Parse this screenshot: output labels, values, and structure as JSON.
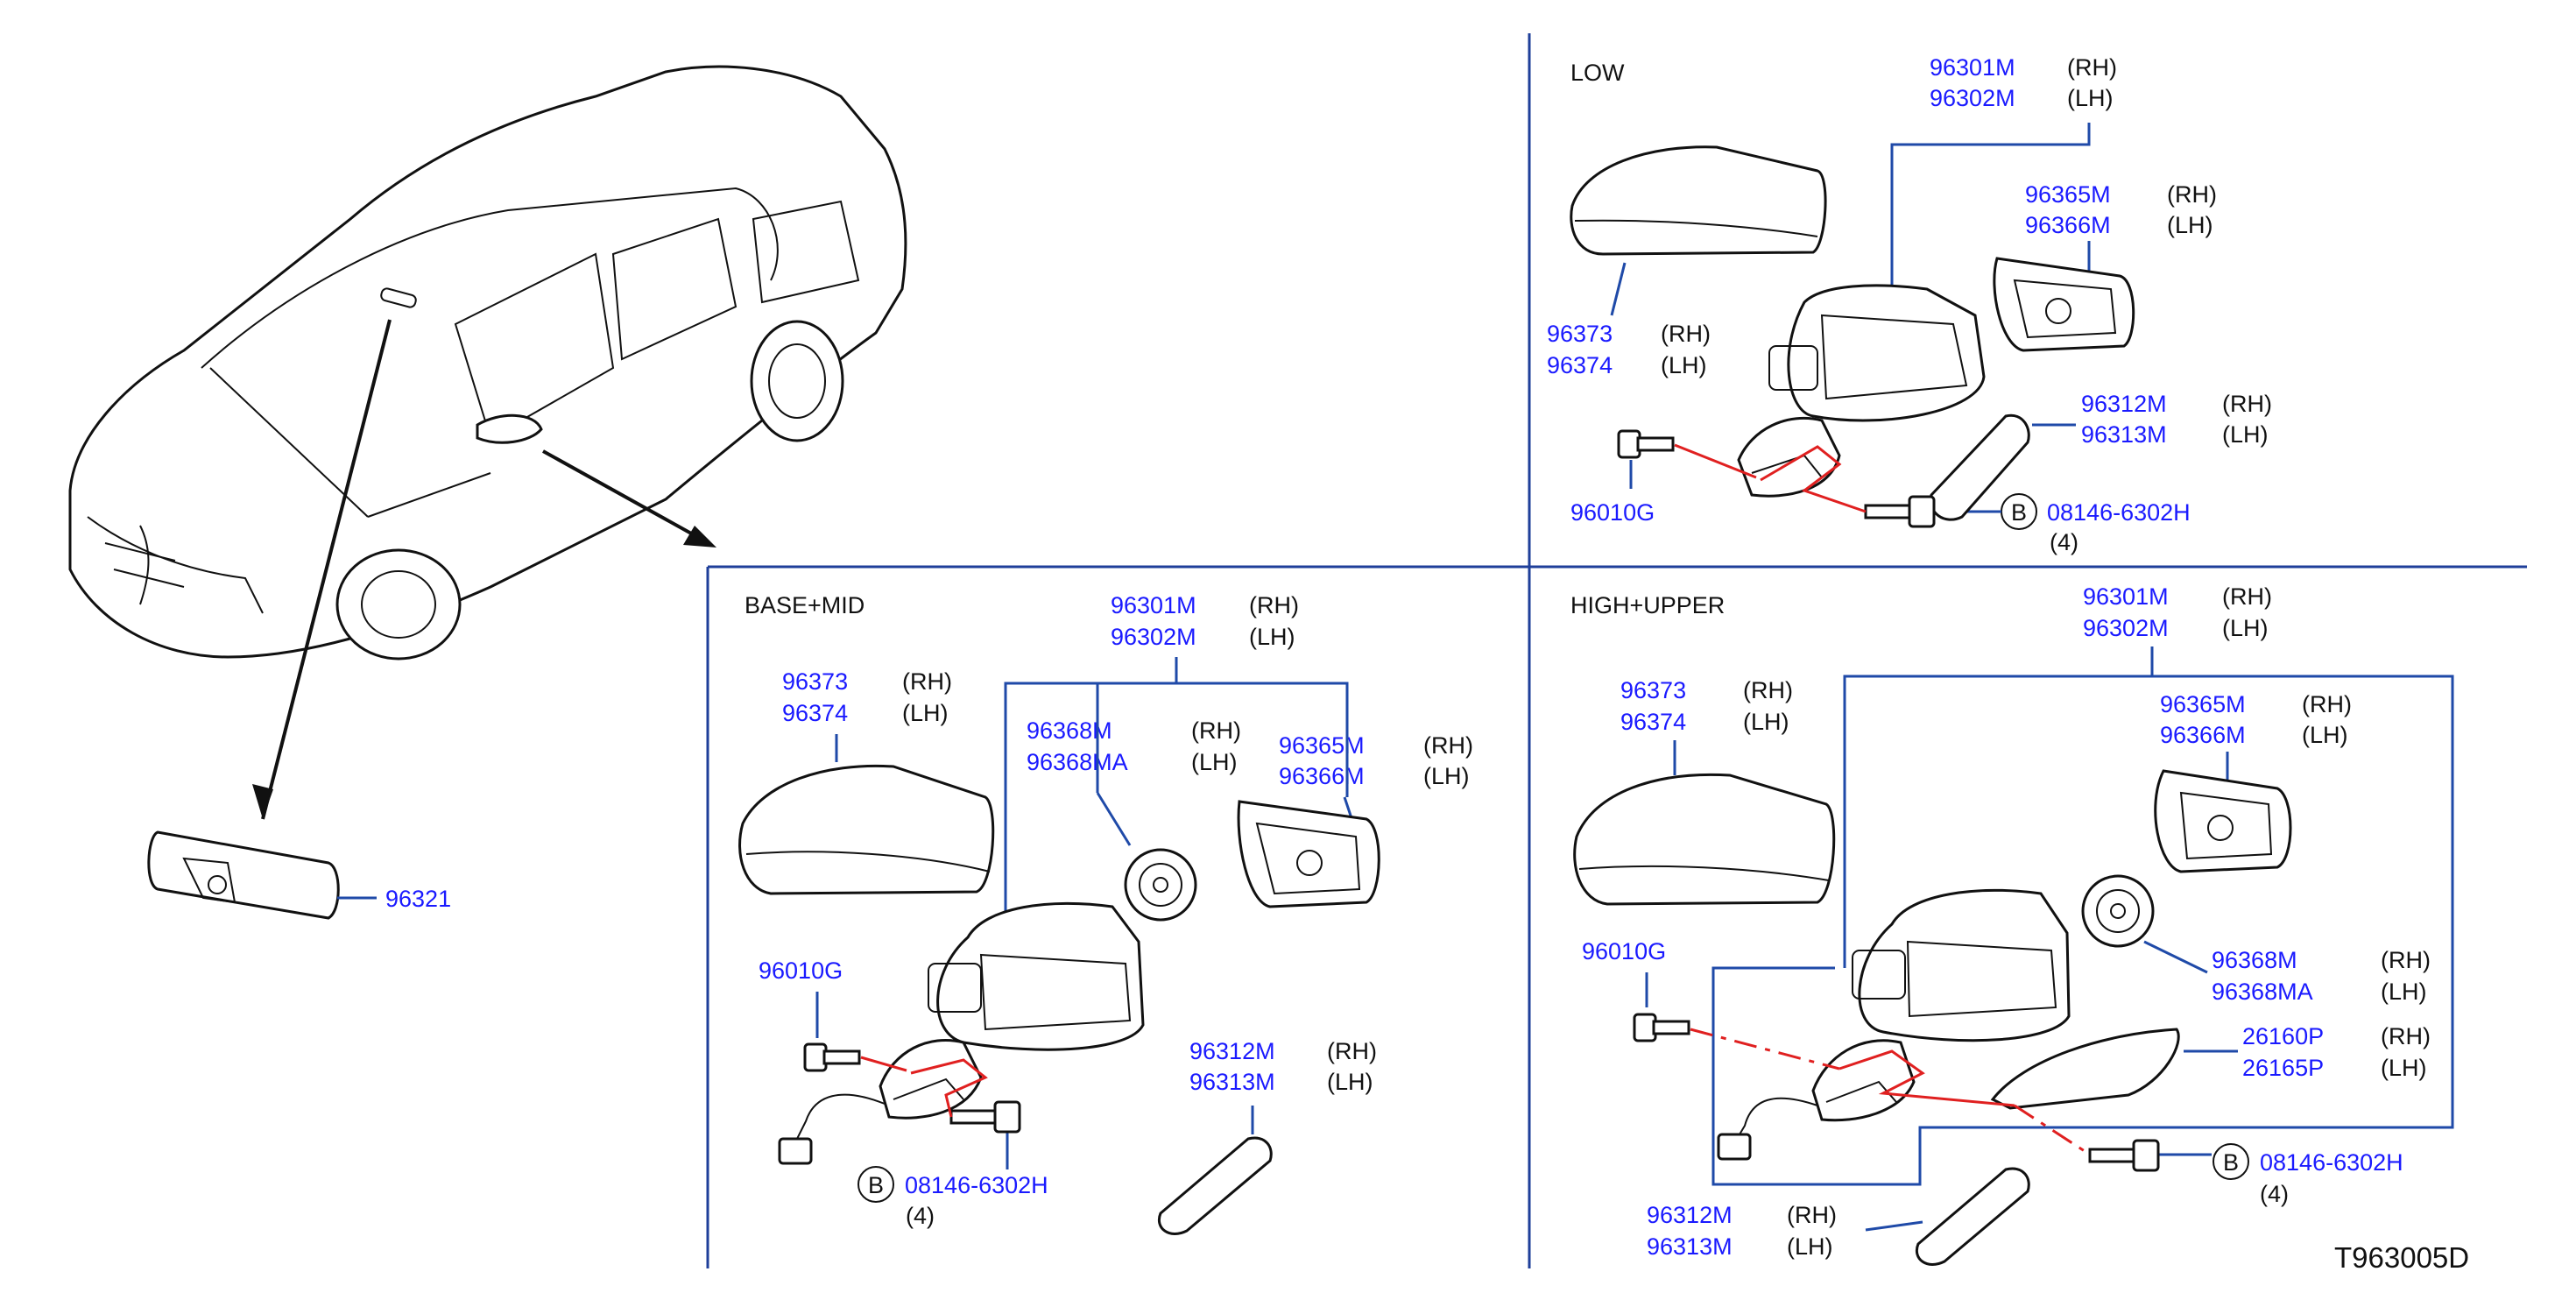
{
  "diagram_code": "T963005D",
  "sections": {
    "low": {
      "title": "LOW"
    },
    "base_mid": {
      "title": "BASE+MID"
    },
    "high_upper": {
      "title": "HIGH+UPPER"
    }
  },
  "inner_mirror": {
    "part": "96321"
  },
  "labels": {
    "rh": "(RH)",
    "lh": "(LH)",
    "circle_b": "B",
    "qty_4": "(4)"
  },
  "low": {
    "assembly": {
      "rh": "96301M",
      "lh": "96302M"
    },
    "glass": {
      "rh": "96365M",
      "lh": "96366M"
    },
    "cover": {
      "rh": "96373",
      "lh": "96374"
    },
    "lower_cover": {
      "rh": "96312M",
      "lh": "96313M"
    },
    "screw": "96010G",
    "bolt": "08146-6302H"
  },
  "base_mid": {
    "assembly": {
      "rh": "96301M",
      "lh": "96302M"
    },
    "actuator": {
      "rh": "96368M",
      "lh": "96368MA"
    },
    "glass": {
      "rh": "96365M",
      "lh": "96366M"
    },
    "cover": {
      "rh": "96373",
      "lh": "96374"
    },
    "lower_cover": {
      "rh": "96312M",
      "lh": "96313M"
    },
    "screw": "96010G",
    "bolt": "08146-6302H"
  },
  "high_upper": {
    "assembly": {
      "rh": "96301M",
      "lh": "96302M"
    },
    "glass": {
      "rh": "96365M",
      "lh": "96366M"
    },
    "cover": {
      "rh": "96373",
      "lh": "96374"
    },
    "actuator": {
      "rh": "96368M",
      "lh": "96368MA"
    },
    "turn_lamp": {
      "rh": "26160P",
      "lh": "26165P"
    },
    "lower_cover": {
      "rh": "96312M",
      "lh": "96313M"
    },
    "screw": "96010G",
    "bolt": "08146-6302H"
  }
}
